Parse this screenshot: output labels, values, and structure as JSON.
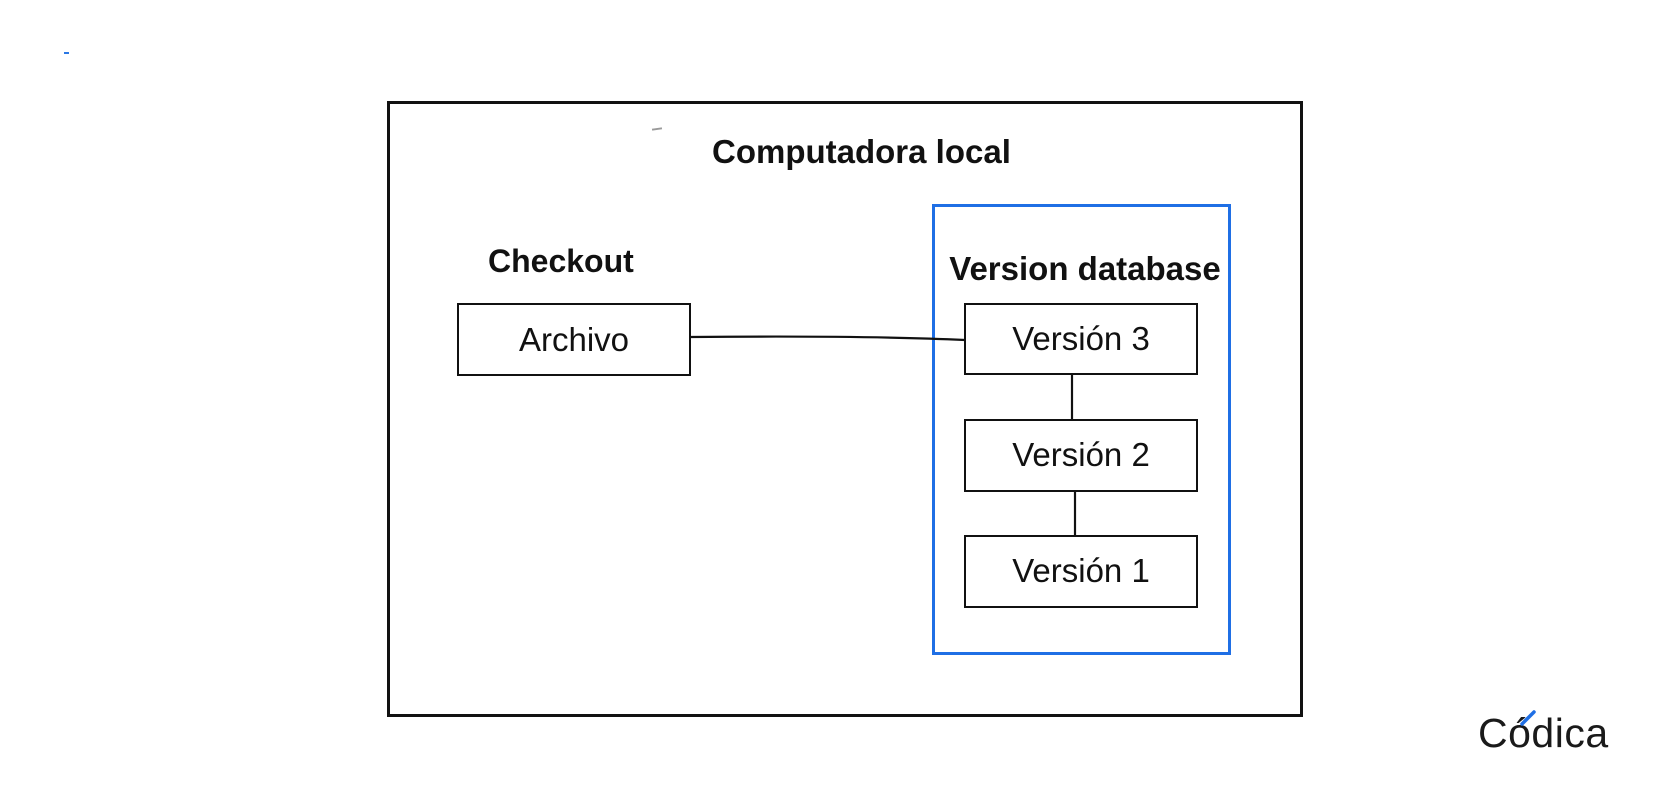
{
  "diagram": {
    "title": "Computadora local",
    "checkout_label": "Checkout",
    "database_label": "Version database",
    "nodes": {
      "archivo": "Archivo",
      "version_3": "Versión 3",
      "version_2": "Versión 2",
      "version_1": "Versión 1"
    },
    "colors": {
      "stroke": "#111111",
      "database_border": "#1f6fe5",
      "background": "#ffffff"
    }
  },
  "logo": {
    "text": "Códica",
    "accent_color": "#1f6fe5"
  }
}
